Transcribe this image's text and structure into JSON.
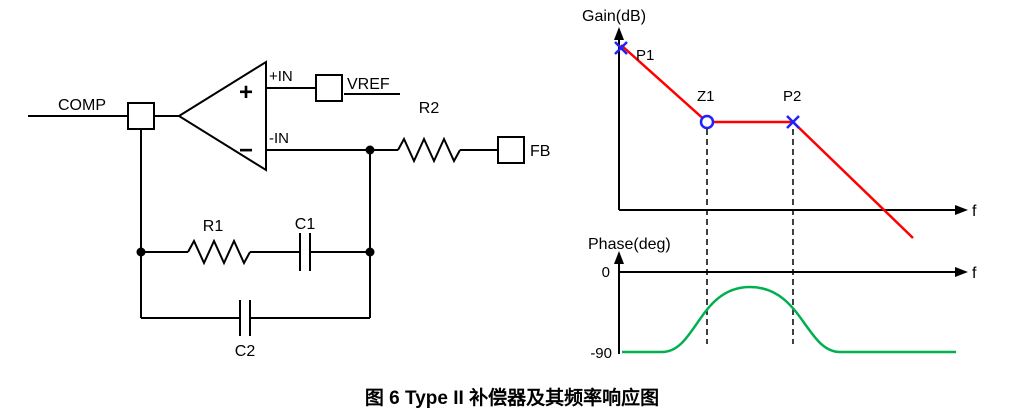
{
  "caption": "图 6 Type II 补偿器及其频率响应图",
  "circuit": {
    "comp_label": "COMP",
    "plus_in_label": "+IN",
    "minus_in_label": "-IN",
    "vref_label": "VREF",
    "fb_label": "FB",
    "r1_label": "R1",
    "r2_label": "R2",
    "c1_label": "C1",
    "c2_label": "C2",
    "opamp_plus": "+",
    "opamp_minus": "−"
  },
  "gain_plot": {
    "title": "Gain(dB)",
    "x_axis_label": "f",
    "p1_label": "P1",
    "z1_label": "Z1",
    "p2_label": "P2",
    "title_color": "#FF0000",
    "curve_color": "#FF0000",
    "marker_color": "#1F1FFF"
  },
  "phase_plot": {
    "title": "Phase(deg)",
    "x_axis_label": "f",
    "zero_label": "0",
    "minus_ninety_label": "-90",
    "title_color": "#00B050",
    "curve_color": "#00B050"
  }
}
